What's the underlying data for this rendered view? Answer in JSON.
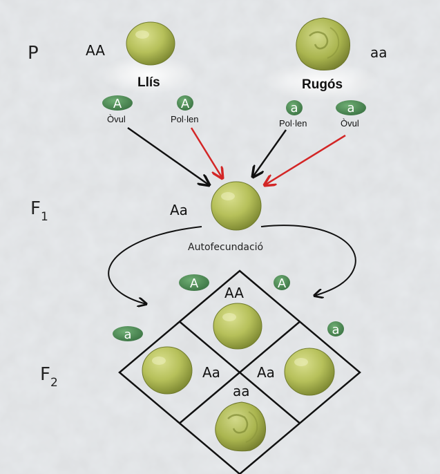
{
  "colors": {
    "allele_oval": "#4c8a52",
    "arrow_black": "#111111",
    "arrow_red": "#d32626",
    "pea": "#b7c25a"
  },
  "parental": {
    "label": "P",
    "left": {
      "genotype": "AA",
      "name": "Llís",
      "ovule_allele": "A",
      "ovule_label": "Òvul",
      "pollen_allele": "A",
      "pollen_label": "Pol·len"
    },
    "right": {
      "genotype": "aa",
      "name": "Rugós",
      "pollen_allele": "a",
      "pollen_label": "Pol·len",
      "ovule_allele": "a",
      "ovule_label": "Òvul"
    }
  },
  "f1": {
    "label_main": "F",
    "label_sub": "1",
    "genotype": "Aa",
    "caption": "Autofecundació"
  },
  "f2": {
    "label_main": "F",
    "label_sub": "2",
    "gametes": {
      "top_left": "A",
      "top_right": "A",
      "left": "a",
      "right": "a"
    },
    "cells": {
      "top": "AA",
      "left": "Aa",
      "right": "Aa",
      "bottom": "aa"
    }
  }
}
